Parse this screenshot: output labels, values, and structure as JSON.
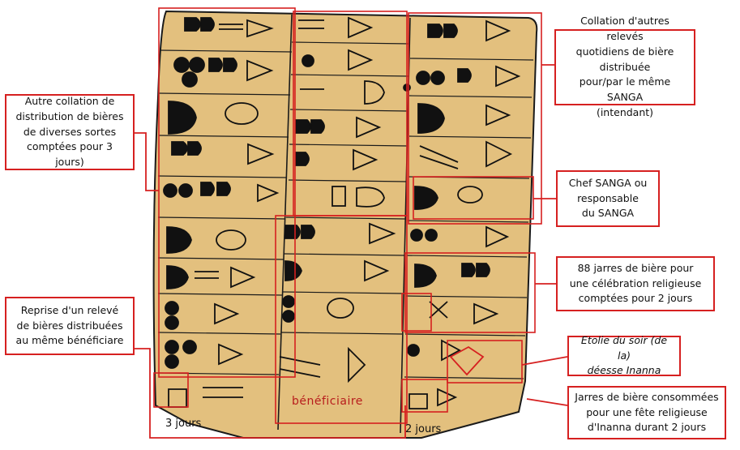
{
  "tablet": {
    "color": "#e3c07e",
    "ink": "#111111",
    "annotation_color": "#d62020"
  },
  "annotations": {
    "top_right": "Collation d'autres relevés\nquotidiens de bière distribuée\npour/par le même SANGA\n(intendant)",
    "left_upper": "Autre collation de\ndistribution de bières\nde diverses sortes\ncomptées pour 3 jours)",
    "chef_sanga": "Chef SANGA ou\nresponsable\ndu SANGA",
    "jarres_88": "88 jarres de bière pour\nune célébration religieuse\ncomptées pour 2 jours",
    "left_lower": "Reprise d'un relevé\nde bières distribuées\nau même bénéficiare",
    "etoile": "Etolie du soir (de la)\ndéesse Inanna",
    "jarres_inanna": "Jarres de bière consommées\npour une fête religieuse\nd'Inanna durant 2 jours"
  },
  "labels": {
    "beneficiaire": "bénéficiaire",
    "trois_jours": "3 jours",
    "deux_jours": "2 jours"
  }
}
